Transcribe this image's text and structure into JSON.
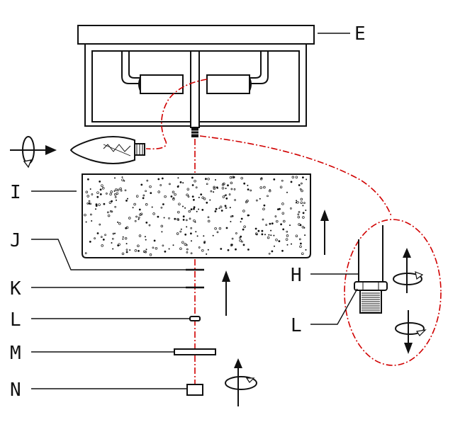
{
  "labels": {
    "E": "E",
    "I": "I",
    "J": "J",
    "K": "K",
    "L": "L",
    "M": "M",
    "N": "N",
    "H": "H",
    "L_detail": "L"
  },
  "colors": {
    "ink": "#111111",
    "highlight": "#d10000",
    "background": "#ffffff"
  },
  "icons": [
    "rotate-icon",
    "arrow-up-icon",
    "arrow-down-icon",
    "bulb-icon"
  ]
}
